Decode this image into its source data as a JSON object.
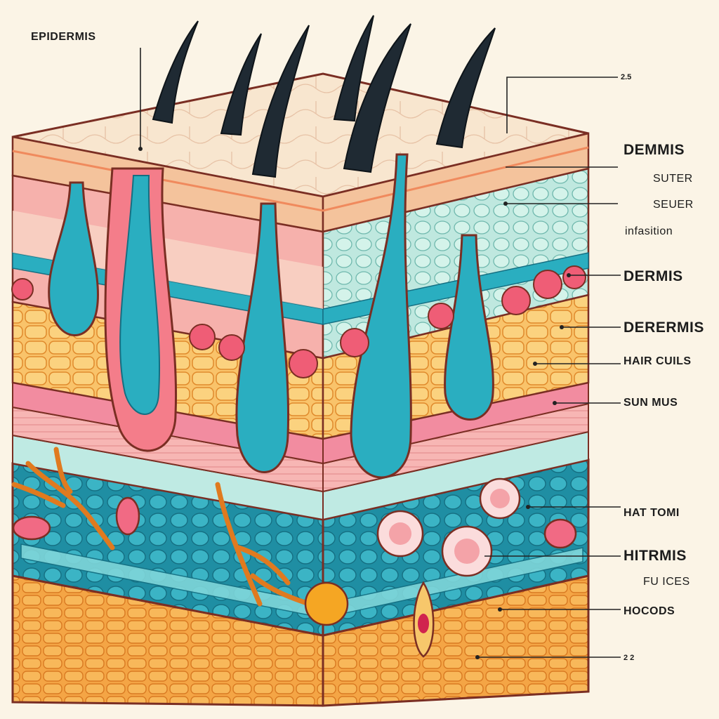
{
  "labels": {
    "epidermis": "EPIDERMIS",
    "scale_top": "2.5",
    "dermis_1": "DEMMIS",
    "suter": "SUTER",
    "seuer": "SEUER",
    "infasition": "infasition",
    "dermis_2": "DERMIS",
    "dermis_3": "DERERMIS",
    "hair_cuils": "HAIR CUILS",
    "sun_mus": "SUN MUS",
    "hat_tomi": "HAT TOMI",
    "hitrmis": "HITRMIS",
    "fu_ices": "FU ICES",
    "hocods": "HOCODS",
    "scale_bottom": "2 2"
  },
  "colors": {
    "background": "#fbf4e6",
    "epidermis_top": "#f8e6cf",
    "dermis_pink": "#f4a3a8",
    "follicle_teal": "#2aaec0",
    "fat_yellow": "#f9c36a",
    "hypodermis_teal": "#2e9fb2",
    "base_orange": "#f6ad4c",
    "hair": "#1f2a33",
    "outline": "#7a2e23"
  }
}
